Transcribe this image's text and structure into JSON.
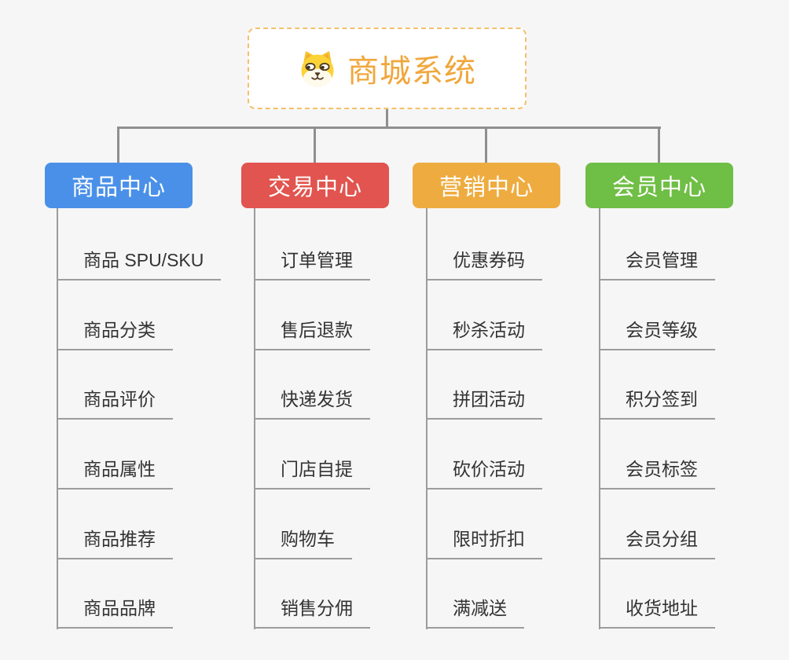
{
  "app": {
    "background": "#f6f6f6",
    "connector_color": "#8f8f8f",
    "child_line_color": "#9c9c9c",
    "child_text_color": "#333333"
  },
  "root": {
    "title": "商城系统",
    "icon": "shiba-dog-icon",
    "text_color": "#f0a73c",
    "border_color": "#f4c06a",
    "background": "#ffffff"
  },
  "branches": [
    {
      "label": "商品中心",
      "color": "#4a90e8",
      "children": [
        "商品 SPU/SKU",
        "商品分类",
        "商品评价",
        "商品属性",
        "商品推荐",
        "商品品牌"
      ]
    },
    {
      "label": "交易中心",
      "color": "#e2544f",
      "children": [
        "订单管理",
        "售后退款",
        "快递发货",
        "门店自提",
        "购物车",
        "销售分佣"
      ]
    },
    {
      "label": "营销中心",
      "color": "#eeac40",
      "children": [
        "优惠券码",
        "秒杀活动",
        "拼团活动",
        "砍价活动",
        "限时折扣",
        "满减送"
      ]
    },
    {
      "label": "会员中心",
      "color": "#6fbe45",
      "children": [
        "会员管理",
        "会员等级",
        "积分签到",
        "会员标签",
        "会员分组",
        "收货地址"
      ]
    }
  ]
}
